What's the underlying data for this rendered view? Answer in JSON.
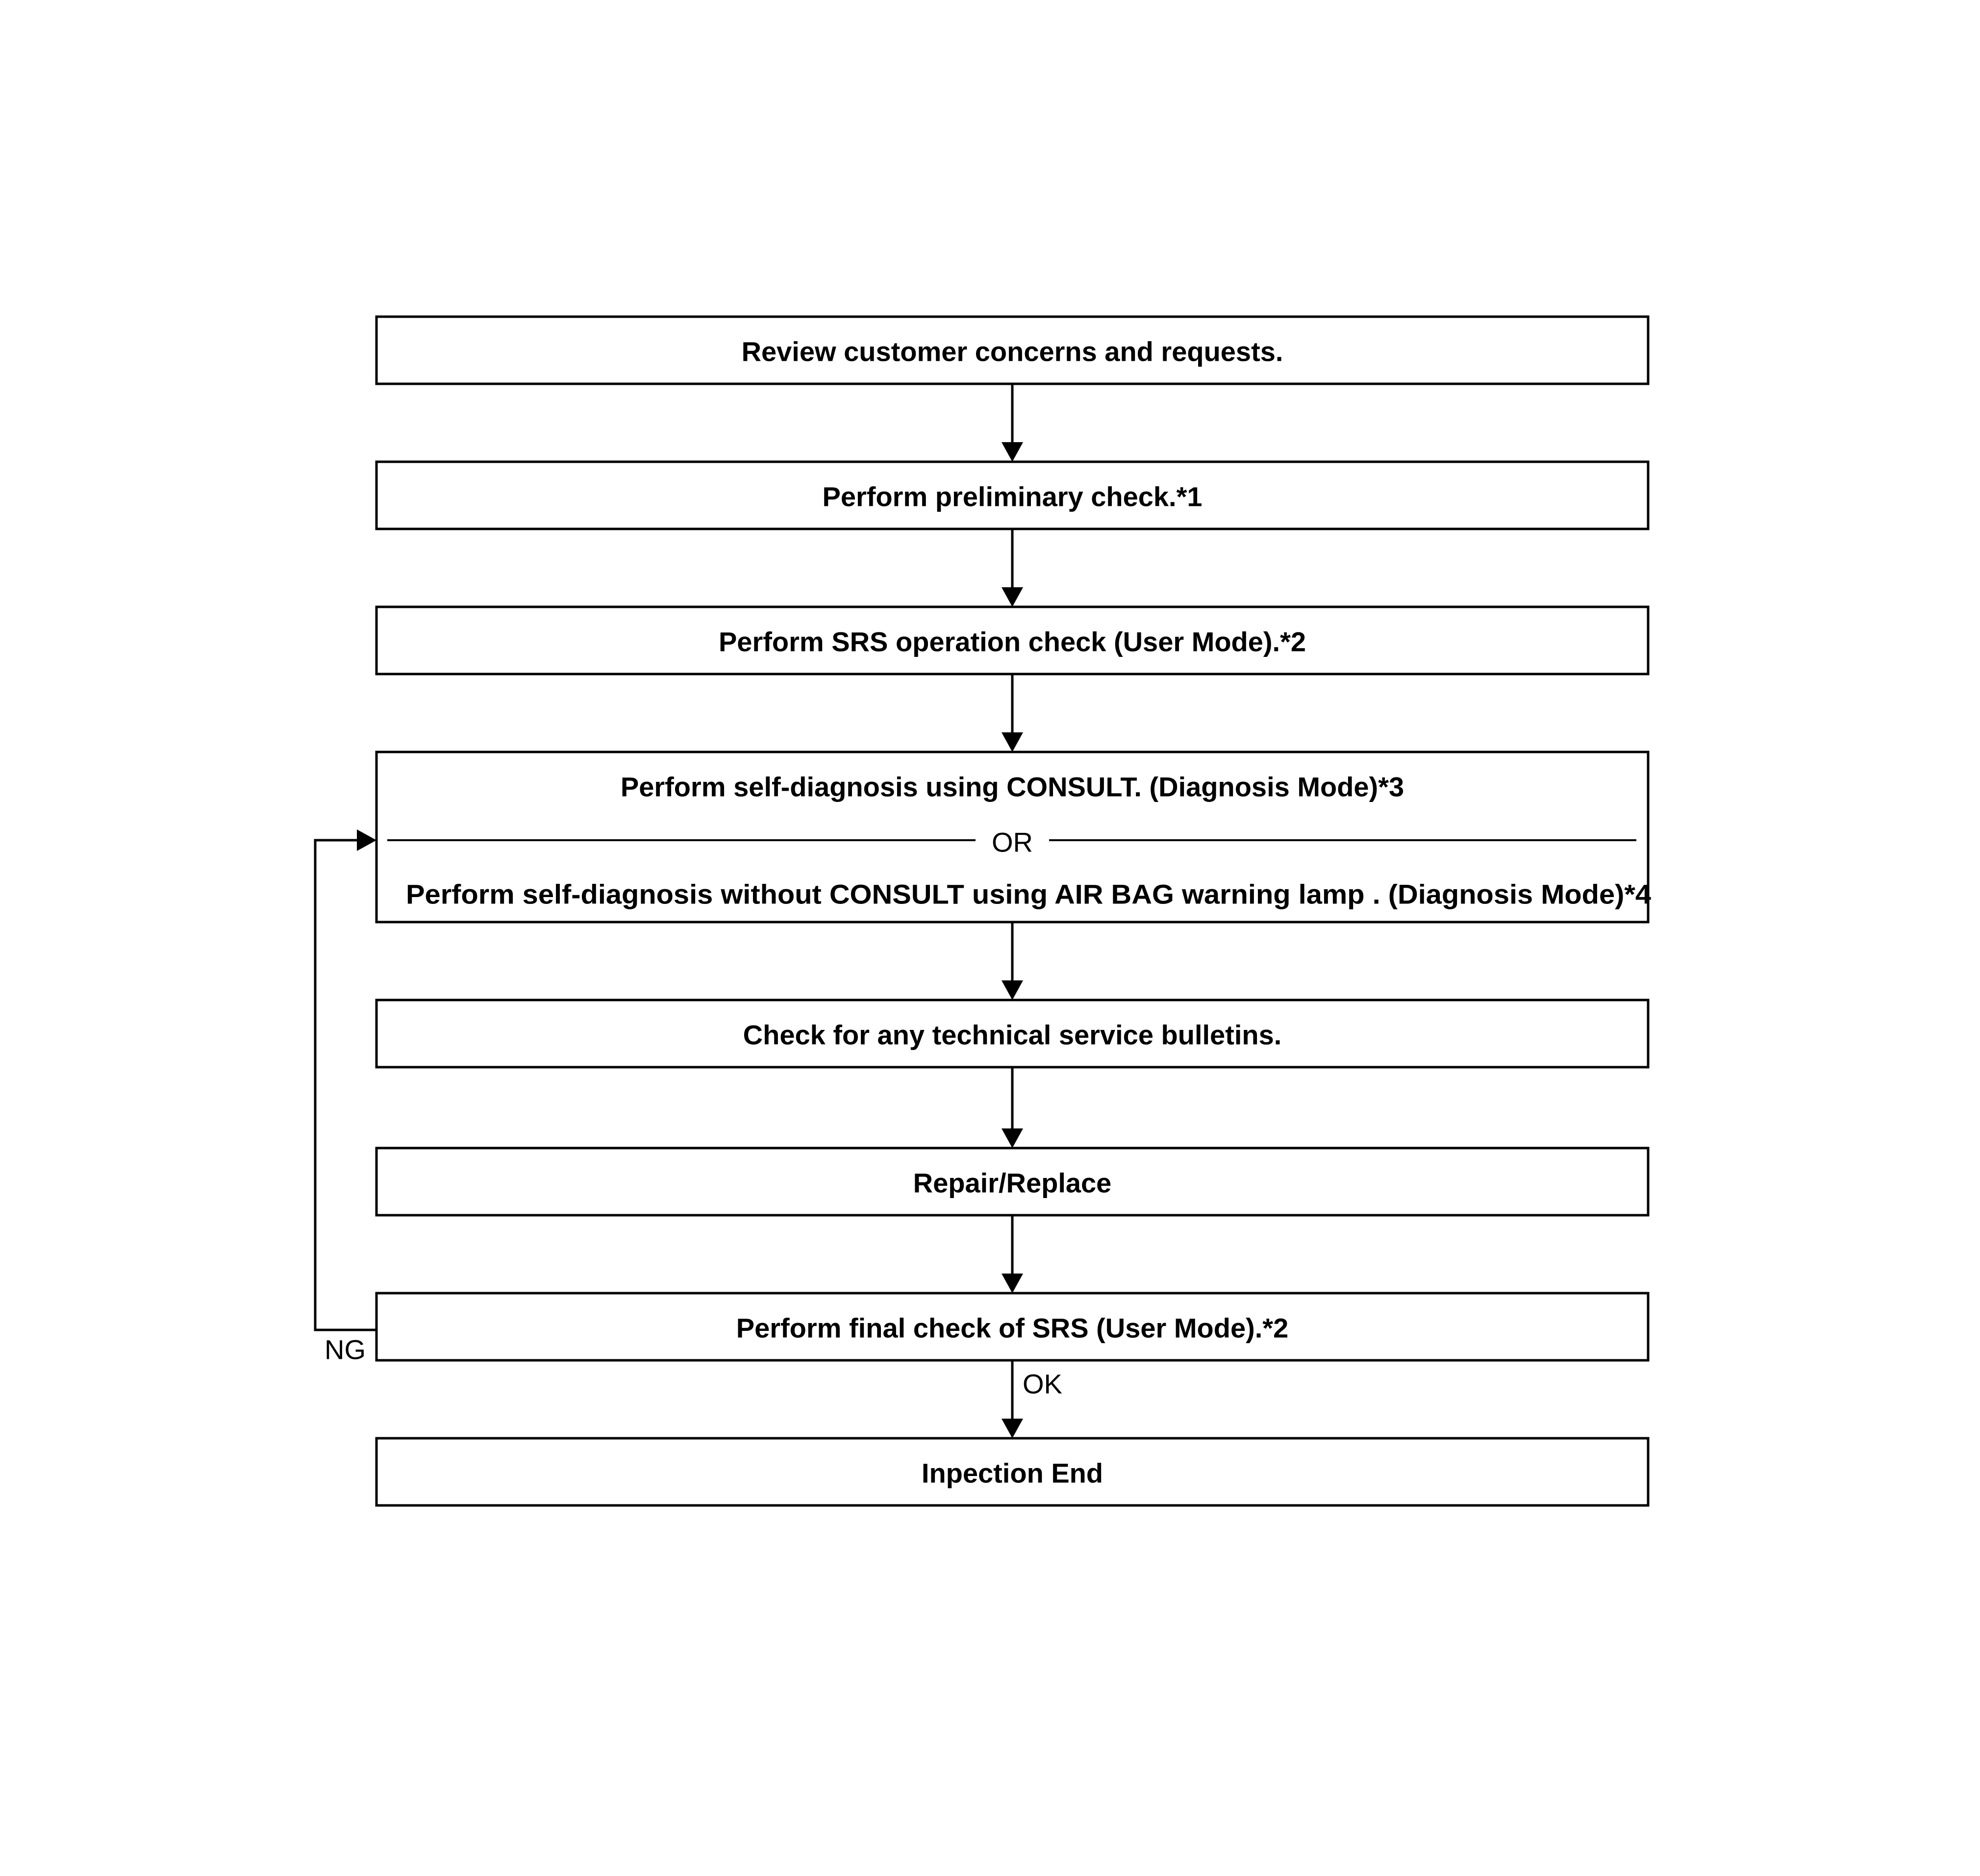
{
  "steps": [
    {
      "id": "review",
      "label": "Review customer concerns and requests."
    },
    {
      "id": "preliminary",
      "label": "Perform preliminary check.*1"
    },
    {
      "id": "operation",
      "label": "Perform SRS operation check (User Mode).*2"
    },
    {
      "id": "self_diag",
      "label_top": "Perform self-diagnosis using CONSULT. (Diagnosis Mode)*3",
      "divider": "OR",
      "label_bottom": "Perform self-diagnosis  without CONSULT using AIR BAG warning lamp . (Diagnosis Mode)*4"
    },
    {
      "id": "bulletins",
      "label": "Check for any technical service bulletins."
    },
    {
      "id": "repair",
      "label": "Repair/Replace"
    },
    {
      "id": "final",
      "label": "Perform final check of SRS (User Mode).*2"
    },
    {
      "id": "end",
      "label": "Inpection End"
    }
  ],
  "branch_labels": {
    "ng": "NG",
    "ok": "OK"
  },
  "colors": {
    "line": "#000000",
    "background": "#ffffff"
  }
}
